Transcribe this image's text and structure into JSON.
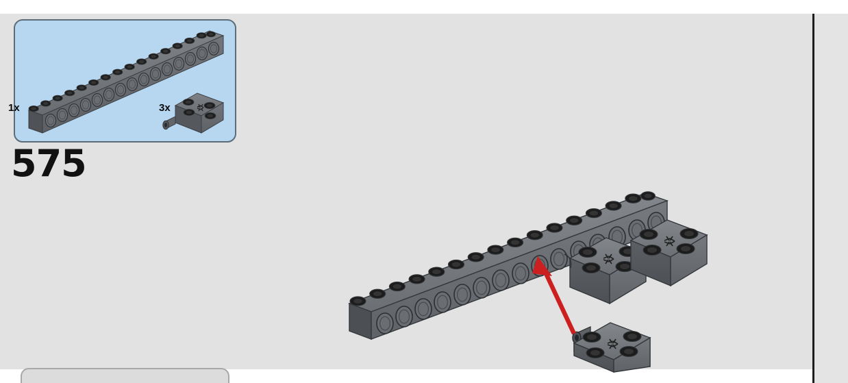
{
  "page": {
    "background_color": "#e2e2e2",
    "paper_color": "#ffffff",
    "gutter_line_color": "#1d1d1d"
  },
  "parts_callout": {
    "background_color": "#b7d7f0",
    "border_color": "#5c6c79",
    "parts": [
      {
        "name": "technic-brick-1x16-with-holes",
        "quantity_label": "1x",
        "studs": 16,
        "holes": 15,
        "color": "#6e7276"
      },
      {
        "name": "technic-brick-2x2-with-pin",
        "quantity_label": "3x",
        "studs": 4,
        "color": "#6e7276"
      }
    ]
  },
  "step": {
    "number_label": "575"
  },
  "assembly": {
    "arrow_color": "#cc2020",
    "brick_color": "#6e7276",
    "stud_color": "#1c1c1c",
    "beam": {
      "name": "technic-brick-1x16-with-holes",
      "studs": 16,
      "holes": 15
    },
    "attached_bricks": [
      {
        "name": "technic-brick-2x2-with-pin",
        "position": "beam-hole-right"
      },
      {
        "name": "technic-brick-2x2-with-pin",
        "position": "beam-hole-far-right"
      }
    ],
    "loose_bricks": [
      {
        "name": "technic-brick-2x2-with-pin",
        "position": "below-right"
      }
    ]
  }
}
